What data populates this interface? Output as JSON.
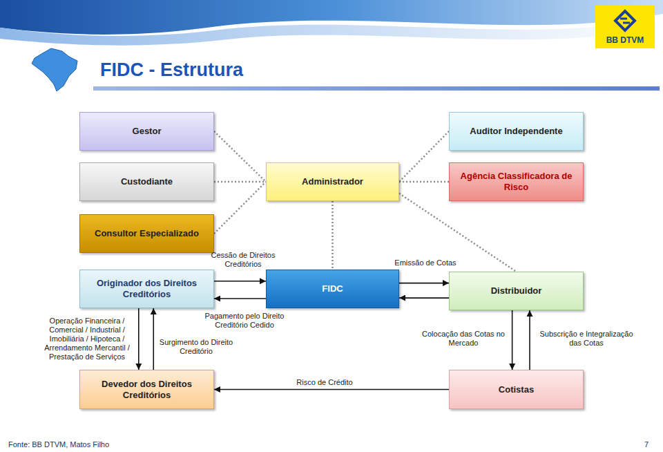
{
  "diagram": {
    "title": "FIDC - Estrutura",
    "caption": "Fonte: BB DTVM, Matos Filho",
    "nodes": [
      {
        "text": [
          "Gestor"
        ]
      },
      {
        "text": [
          "Auditor Independente"
        ]
      },
      {
        "text": [
          "Custodiante"
        ]
      },
      {
        "text": [
          "Administrador"
        ]
      },
      {
        "text": [
          "Agência Classificadora de Risco"
        ]
      },
      {
        "text": [
          "Consultor Especializado"
        ]
      },
      {
        "text": [
          "Originador dos Direitos Creditórios"
        ]
      },
      {
        "text": [
          "FIDC"
        ]
      },
      {
        "text": [
          "Distribuidor"
        ]
      },
      {
        "text": [
          "Devedor dos Direitos Creditórios"
        ]
      },
      {
        "text": [
          "Cotistas"
        ]
      }
    ],
    "edges": [
      {
        "from": 0,
        "to": 3,
        "arrow": "none"
      },
      {
        "from": 2,
        "to": 3,
        "arrow": "none"
      },
      {
        "from": 5,
        "to": 3,
        "arrow": "none"
      },
      {
        "from": 1,
        "to": 3,
        "arrow": "none"
      },
      {
        "from": 4,
        "to": 3,
        "arrow": "none"
      },
      {
        "from": 3,
        "to": 7,
        "arrow": "none"
      },
      {
        "from": 3,
        "to": 8,
        "arrow": "none"
      },
      {
        "from": 6,
        "to": 7,
        "label": "Cessão de Direitos Creditórios",
        "arrow": "to"
      },
      {
        "from": 7,
        "to": 6,
        "label": "Pagamento pelo Direito Creditório Cedido",
        "arrow": "to"
      },
      {
        "from": 7,
        "to": 8,
        "label": "Emissão de Cotas",
        "arrow": "to"
      },
      {
        "from": 8,
        "to": 7,
        "arrow": "to"
      },
      {
        "from": 6,
        "to": 9,
        "label": "Operação Financeira / Comercial / Industrial / Imobiliária / Hipoteca / Arrendamento Mercantil / Prestação de Serviços",
        "arrow": "to"
      },
      {
        "from": 9,
        "to": 6,
        "label": "Surgimento do Direito Creditório",
        "arrow": "to"
      },
      {
        "from": 8,
        "to": 10,
        "label": "Colocação das Cotas no Mercado",
        "arrow": "to"
      },
      {
        "from": 10,
        "to": 8,
        "label": "Subscrição e Integralização das Cotas",
        "arrow": "to"
      },
      {
        "from": 10,
        "to": 9,
        "label": "Risco de Crédito",
        "arrow": "to"
      }
    ],
    "labels": [
      "BB DTVM",
      "7"
    ]
  }
}
